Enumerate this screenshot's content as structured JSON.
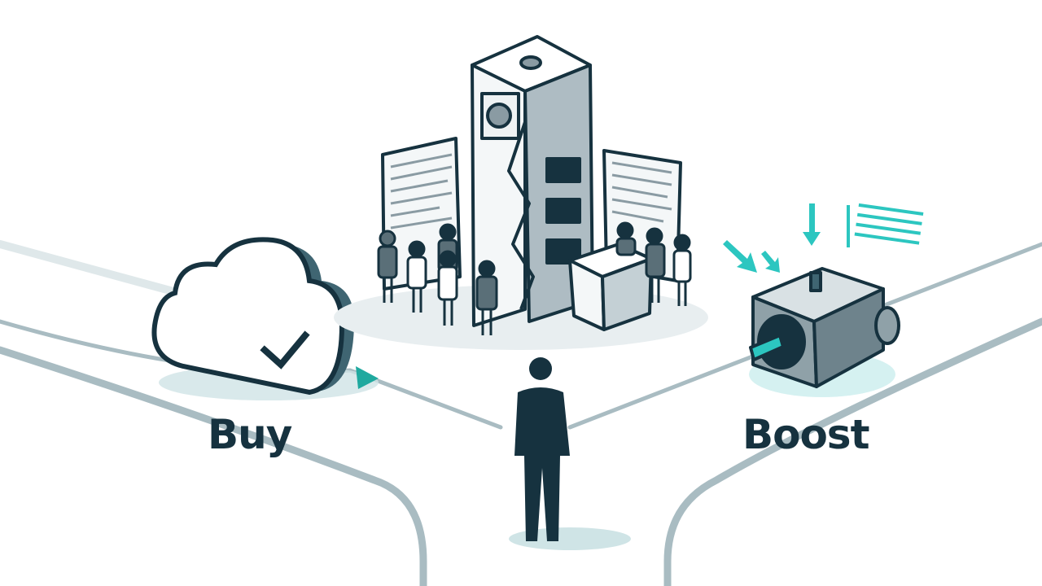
{
  "illustration": {
    "theme": "Build vs Buy vs Boost decision crossroads",
    "left_path": {
      "label": "Buy",
      "icon": "cloud-check-icon"
    },
    "right_path": {
      "label": "Boost",
      "icon": "motor-upgrade-icon"
    },
    "center": {
      "description": "Crumbling legacy server tower with documents and group of people",
      "icon": "broken-server-icon"
    },
    "foreground": {
      "description": "Person in dark suit standing at fork in the road",
      "icon": "person-icon"
    }
  },
  "colors": {
    "ink": "#16323f",
    "slate": "#3f6572",
    "gray": "#8a9ba3",
    "accent": "#2cc6c0",
    "road": "#9fb2b8",
    "shadow": "#cfe4e6"
  }
}
